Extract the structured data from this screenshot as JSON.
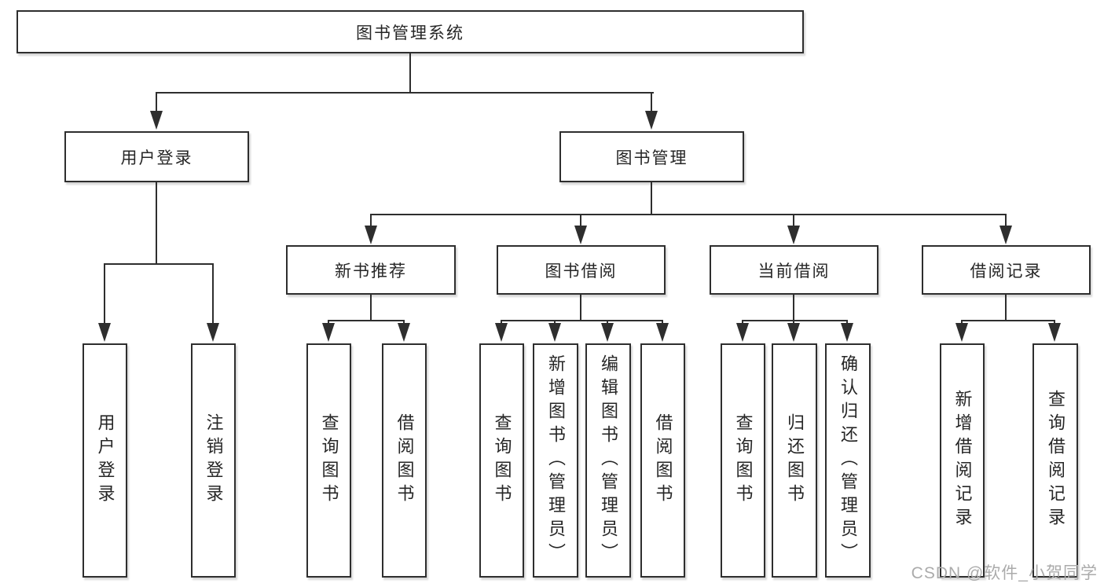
{
  "diagram": {
    "root": {
      "label": "图书管理系统",
      "children": [
        {
          "label": "用户登录",
          "children": [
            {
              "label": "用户登录"
            },
            {
              "label": "注销登录"
            }
          ]
        },
        {
          "label": "图书管理",
          "children": [
            {
              "label": "新书推荐",
              "children": [
                {
                  "label": "查询图书"
                },
                {
                  "label": "借阅图书"
                }
              ]
            },
            {
              "label": "图书借阅",
              "children": [
                {
                  "label": "查询图书"
                },
                {
                  "label": "新增图书（管理员）"
                },
                {
                  "label": "编辑图书（管理员）"
                },
                {
                  "label": "借阅图书"
                }
              ]
            },
            {
              "label": "当前借阅",
              "children": [
                {
                  "label": "查询图书"
                },
                {
                  "label": "归还图书"
                },
                {
                  "label": "确认归还（管理员）"
                }
              ]
            },
            {
              "label": "借阅记录",
              "children": [
                {
                  "label": "新增借阅记录"
                },
                {
                  "label": "查询借阅记录"
                }
              ]
            }
          ]
        }
      ]
    }
  },
  "watermark": {
    "text": "CSDN @软件_小贺同学"
  },
  "colors": {
    "line": "#2e2e2e",
    "box_border": "#2e2e2e",
    "text": "#262626",
    "watermark": "#ababab",
    "background": "#ffffff"
  }
}
